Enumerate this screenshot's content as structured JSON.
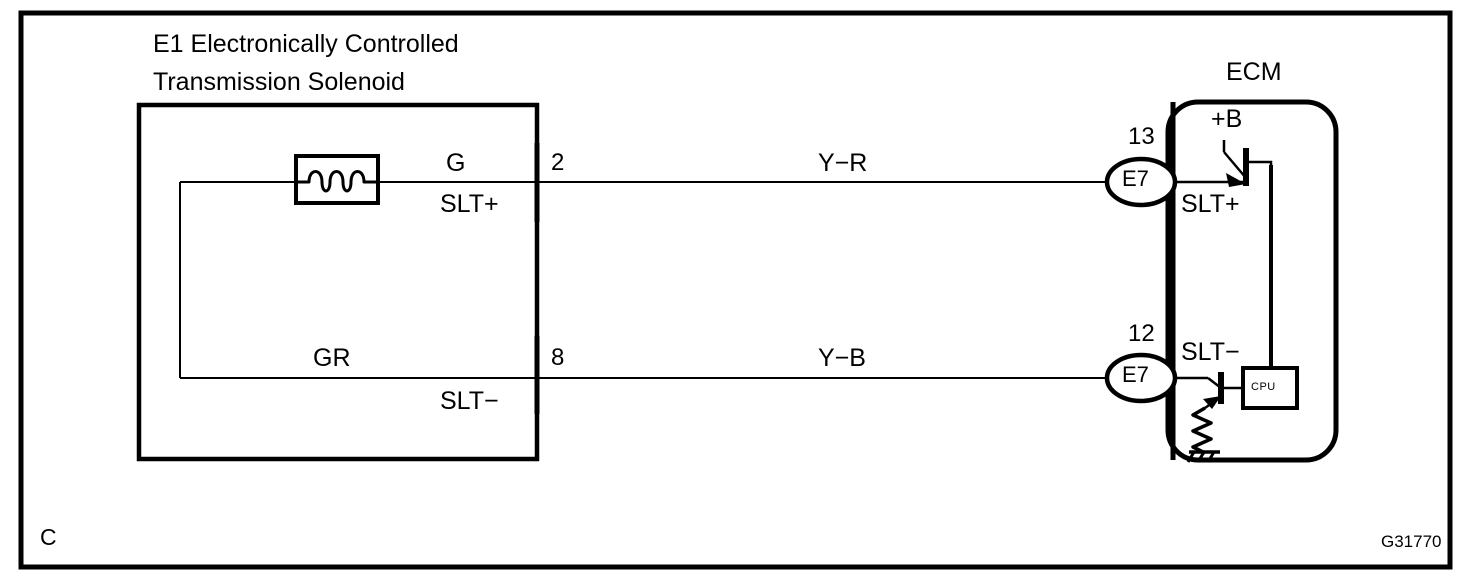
{
  "diagram": {
    "type": "automotive-wiring-schematic",
    "figure_code": "G31770",
    "corner_label": "C",
    "line_color": "#000000",
    "background_color": "#ffffff"
  },
  "solenoid": {
    "title_line1": "E1 Electronically Controlled",
    "title_line2": "Transmission Solenoid",
    "coil_symbol": "inductor",
    "terminals": [
      {
        "wire_color": "G",
        "signal": "SLT+",
        "pin": "2"
      },
      {
        "wire_color": "GR",
        "signal": "SLT−",
        "pin": "8"
      }
    ]
  },
  "harness": {
    "wires": [
      {
        "label": "Y−R",
        "from_pin": "2",
        "to_pin": "13"
      },
      {
        "label": "Y−B",
        "from_pin": "8",
        "to_pin": "12"
      }
    ]
  },
  "ecm": {
    "title": "ECM",
    "supply_label": "+B",
    "cpu_label": "CPU",
    "connectors": [
      {
        "pin": "13",
        "name": "E7",
        "signal": "SLT+"
      },
      {
        "pin": "12",
        "name": "E7",
        "signal": "SLT−"
      }
    ]
  }
}
